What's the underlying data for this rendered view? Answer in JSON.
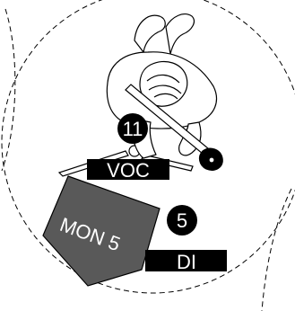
{
  "inputs": {
    "vocal_channel": "11",
    "vocal_label": "VOC",
    "di_channel": "5",
    "di_label": "DI"
  },
  "monitor": {
    "label": "MON 5"
  },
  "colors": {
    "ink": "#000000",
    "wedge_fill": "#595959",
    "badge_fill": "#000000",
    "text_on_dark": "#ffffff",
    "background": "#ffffff"
  },
  "icons": {
    "performer": "guitarist-top-view-icon",
    "mic_stand": "mic-stand-icon",
    "monitor": "wedge-monitor-icon"
  }
}
